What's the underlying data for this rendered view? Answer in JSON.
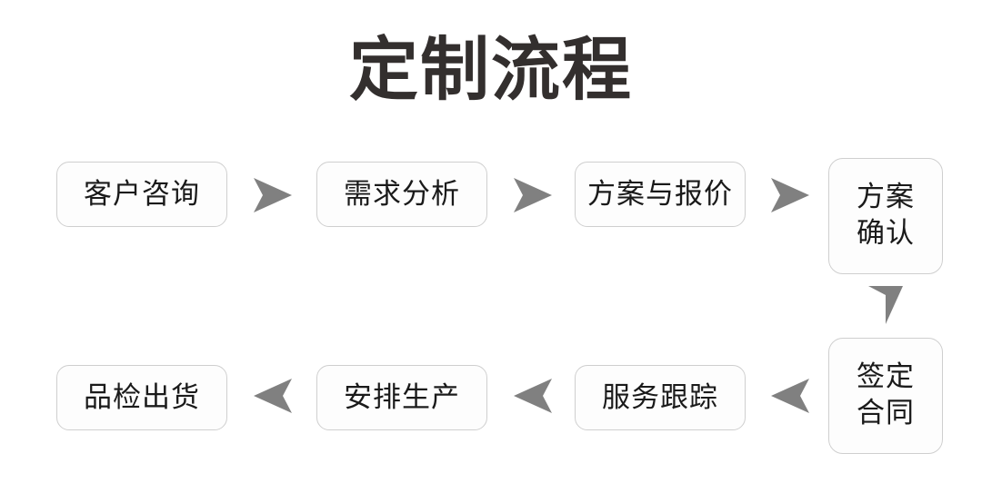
{
  "page": {
    "title": "定制流程",
    "background_color": "#ffffff",
    "title_color": "#332f2e",
    "node_text_color": "#1a1a1a",
    "node_border_color": "#cfcfcf",
    "node_fill_color": "#fdfdfd",
    "arrow_color": "#808080"
  },
  "flow": {
    "row1": [
      {
        "id": "step-1",
        "label": "客户咨询"
      },
      {
        "id": "step-2",
        "label": "需求分析"
      },
      {
        "id": "step-3",
        "label": "方案与报价"
      },
      {
        "id": "step-4",
        "label": "方案\n确认"
      }
    ],
    "row2": [
      {
        "id": "step-8",
        "label": "品检出货"
      },
      {
        "id": "step-7",
        "label": "安排生产"
      },
      {
        "id": "step-6",
        "label": "服务跟踪"
      },
      {
        "id": "step-5",
        "label": "签定\n合同"
      }
    ],
    "connectors": [
      {
        "id": "arrow-1",
        "direction": "right",
        "from": "step-1",
        "to": "step-2"
      },
      {
        "id": "arrow-2",
        "direction": "right",
        "from": "step-2",
        "to": "step-3"
      },
      {
        "id": "arrow-3",
        "direction": "right",
        "from": "step-3",
        "to": "step-4"
      },
      {
        "id": "arrow-4",
        "direction": "down",
        "from": "step-4",
        "to": "step-5"
      },
      {
        "id": "arrow-5",
        "direction": "left",
        "from": "step-5",
        "to": "step-6"
      },
      {
        "id": "arrow-6",
        "direction": "left",
        "from": "step-6",
        "to": "step-7"
      },
      {
        "id": "arrow-7",
        "direction": "left",
        "from": "step-7",
        "to": "step-8"
      }
    ]
  }
}
